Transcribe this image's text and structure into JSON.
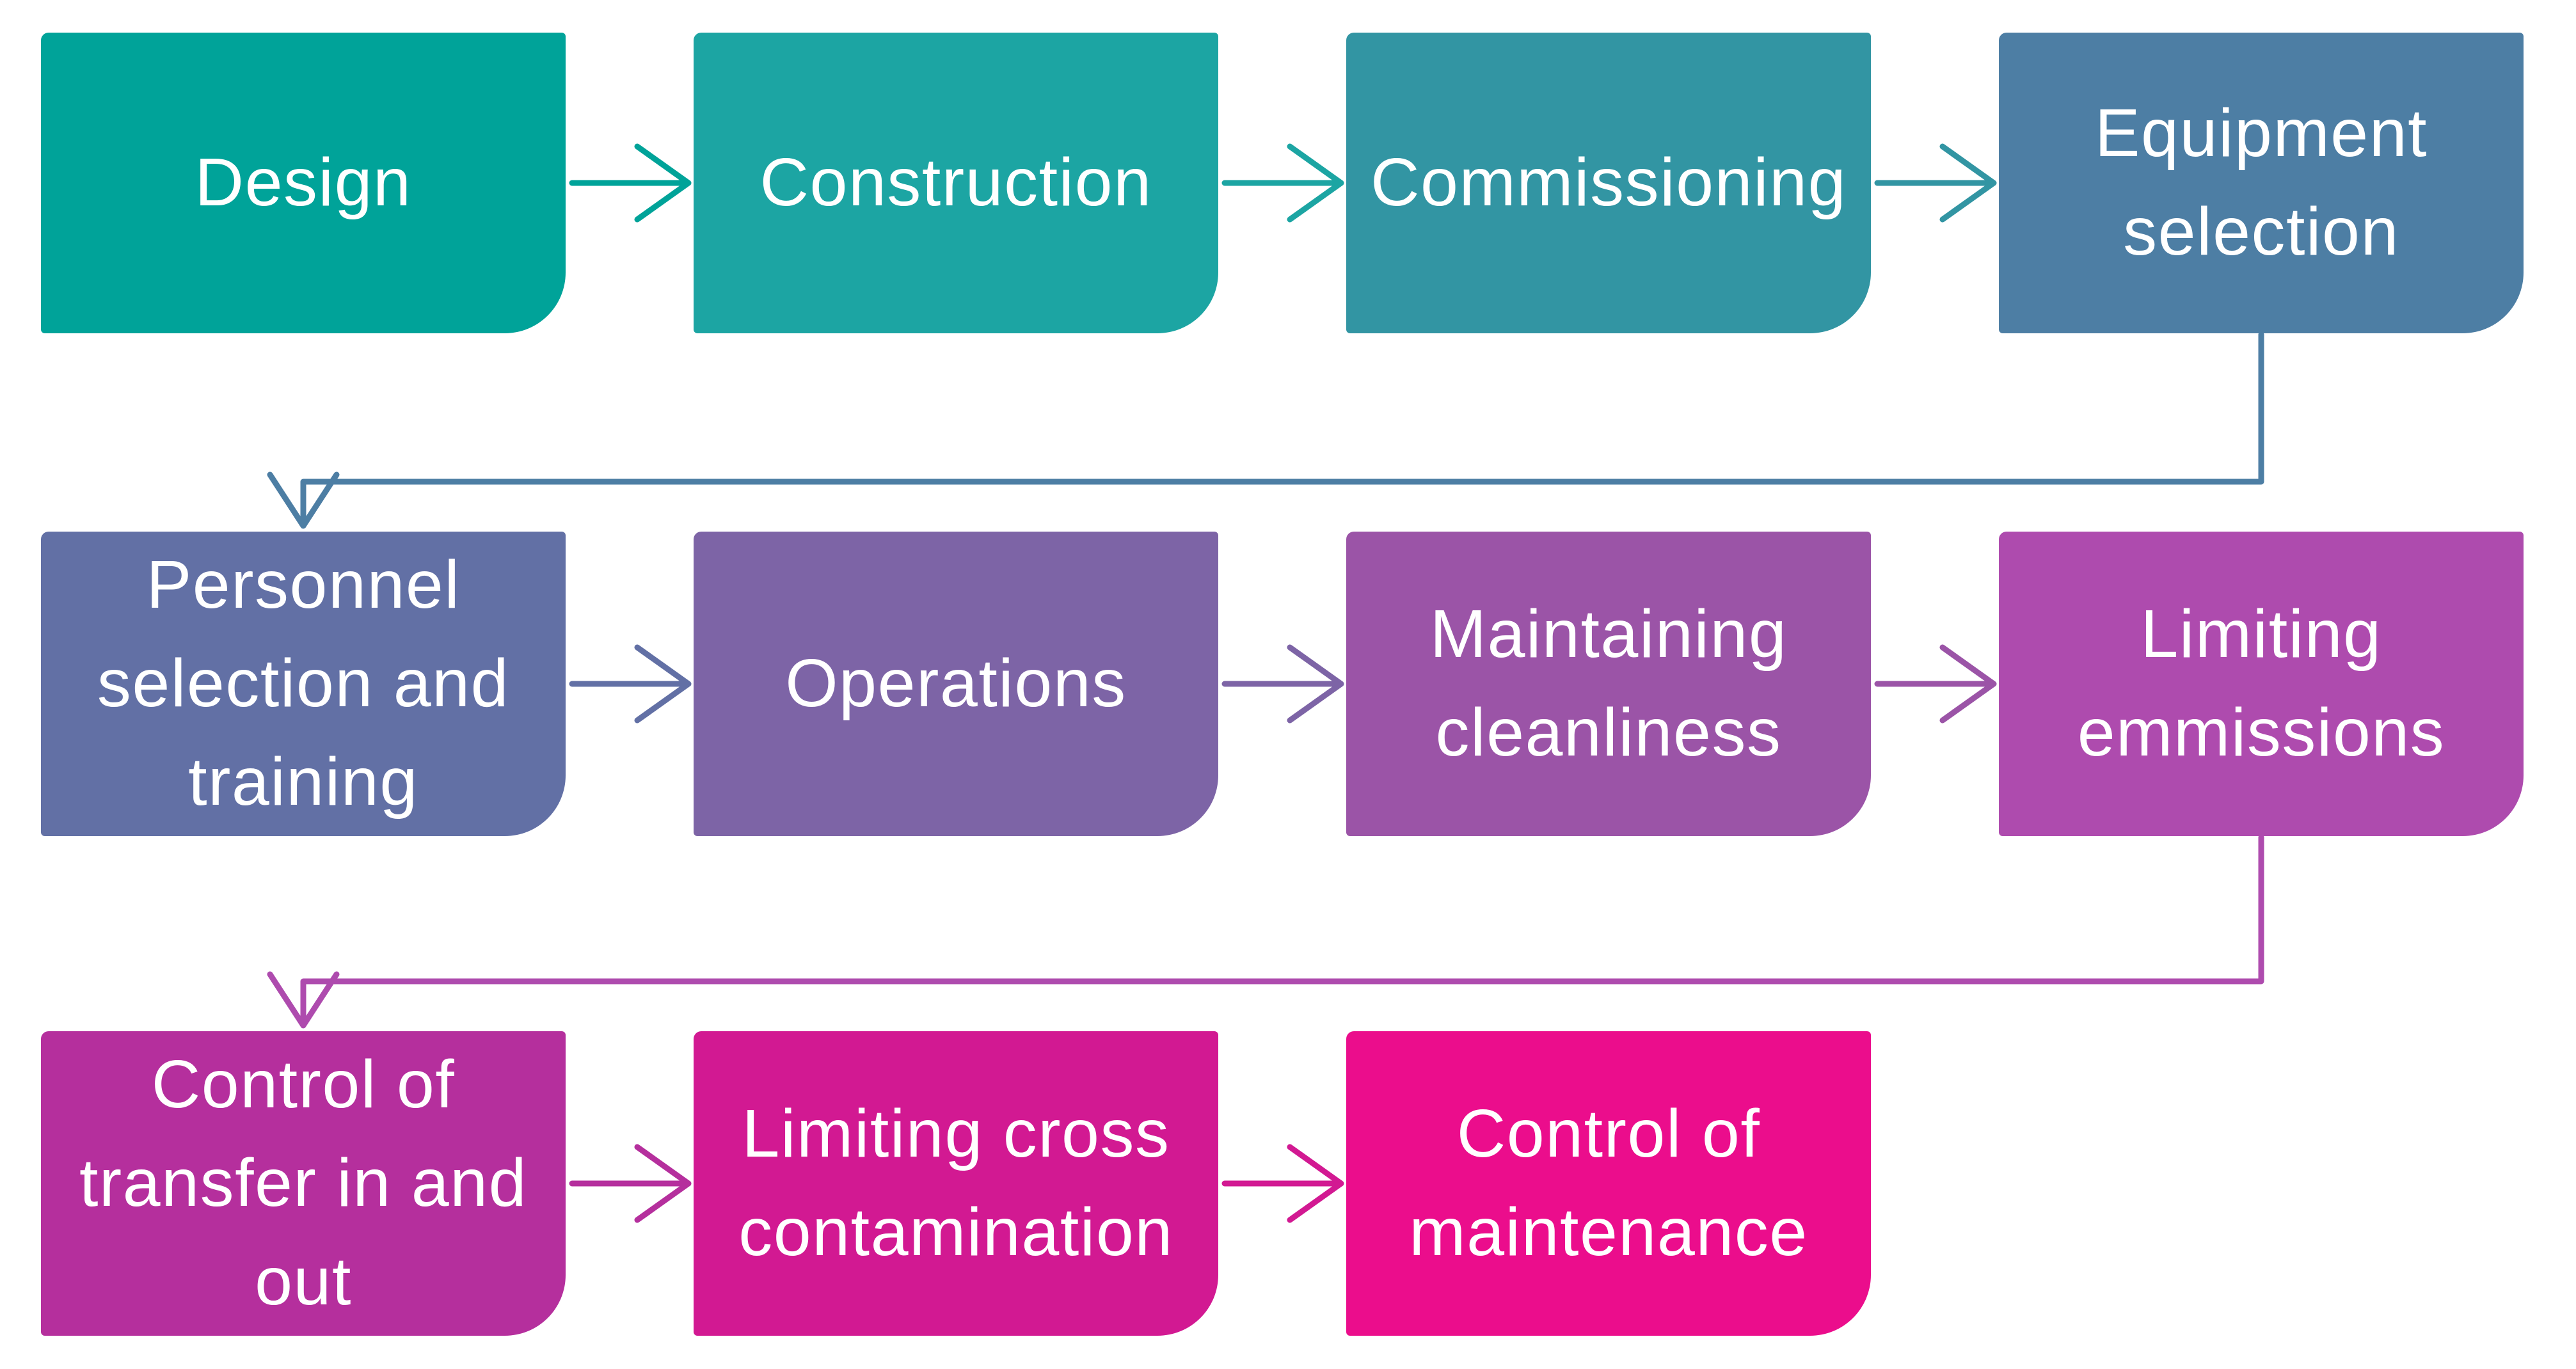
{
  "canvas": {
    "background": "#ffffff",
    "text_color": "#ffffff"
  },
  "boxes": [
    {
      "label": "Design",
      "color": "#00a399"
    },
    {
      "label": "Construction",
      "color": "#1ca5a3"
    },
    {
      "label": "Commissioning",
      "color": "#3295a3"
    },
    {
      "label": "Equipment selection",
      "color": "#4d7ea4"
    },
    {
      "label": "Personnel selection and training",
      "color": "#6270a5"
    },
    {
      "label": "Operations",
      "color": "#7d64a6"
    },
    {
      "label": "Maintaining cleanliness",
      "color": "#9b54a7"
    },
    {
      "label": "Limiting emmissions",
      "color": "#ae4bae"
    },
    {
      "label": "Control of transfer in and out",
      "color": "#b52f9d"
    },
    {
      "label": "Limiting cross contamination",
      "color": "#d21992"
    },
    {
      "label": "Control of maintenance",
      "color": "#eb0d8c"
    }
  ],
  "arrows": [
    {
      "from": "Design",
      "to": "Construction",
      "type": "straight",
      "color": "#00a399"
    },
    {
      "from": "Construction",
      "to": "Commissioning",
      "type": "straight",
      "color": "#1ca5a3"
    },
    {
      "from": "Commissioning",
      "to": "Equipment selection",
      "type": "straight",
      "color": "#3295a3"
    },
    {
      "from": "Equipment selection",
      "to": "Personnel selection and training",
      "type": "elbow",
      "color": "#4d7ea4"
    },
    {
      "from": "Personnel selection and training",
      "to": "Operations",
      "type": "straight",
      "color": "#6270a5"
    },
    {
      "from": "Operations",
      "to": "Maintaining cleanliness",
      "type": "straight",
      "color": "#7d64a6"
    },
    {
      "from": "Maintaining cleanliness",
      "to": "Limiting emmissions",
      "type": "straight",
      "color": "#9b54a7"
    },
    {
      "from": "Limiting emmissions",
      "to": "Control of transfer in and out",
      "type": "elbow",
      "color": "#ae4bae"
    },
    {
      "from": "Control of transfer in and out",
      "to": "Limiting cross contamination",
      "type": "straight",
      "color": "#b52f9d"
    },
    {
      "from": "Limiting cross contamination",
      "to": "Control of maintenance",
      "type": "straight",
      "color": "#d21992"
    }
  ]
}
